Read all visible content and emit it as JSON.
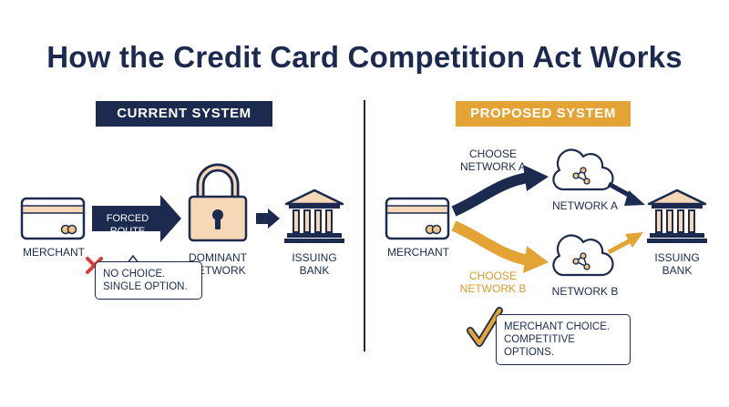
{
  "title": "How the Credit Card Competition Act Works",
  "current": {
    "heading": "CURRENT SYSTEM",
    "merchant": "MERCHANT",
    "arrow_label": "FORCED ROUTE",
    "network": "DOMINANT\nNETWORK",
    "bank": "ISSUING\nBANK",
    "note": "NO CHOICE.\nSINGLE OPTION."
  },
  "proposed": {
    "heading": "PROPOSED SYSTEM",
    "merchant": "MERCHANT",
    "choose_a": "CHOOSE\nNETWORK A",
    "choose_b": "CHOOSE\nNETWORK B",
    "network_a": "NETWORK A",
    "network_b": "NETWORK B",
    "bank": "ISSUING\nBANK",
    "note": "MERCHANT CHOICE.\nCOMPETITIVE OPTIONS."
  },
  "colors": {
    "navy": "#1b2a4e",
    "gold": "#e3a435",
    "peach": "#f7d8b6",
    "red": "#d93b3b"
  }
}
